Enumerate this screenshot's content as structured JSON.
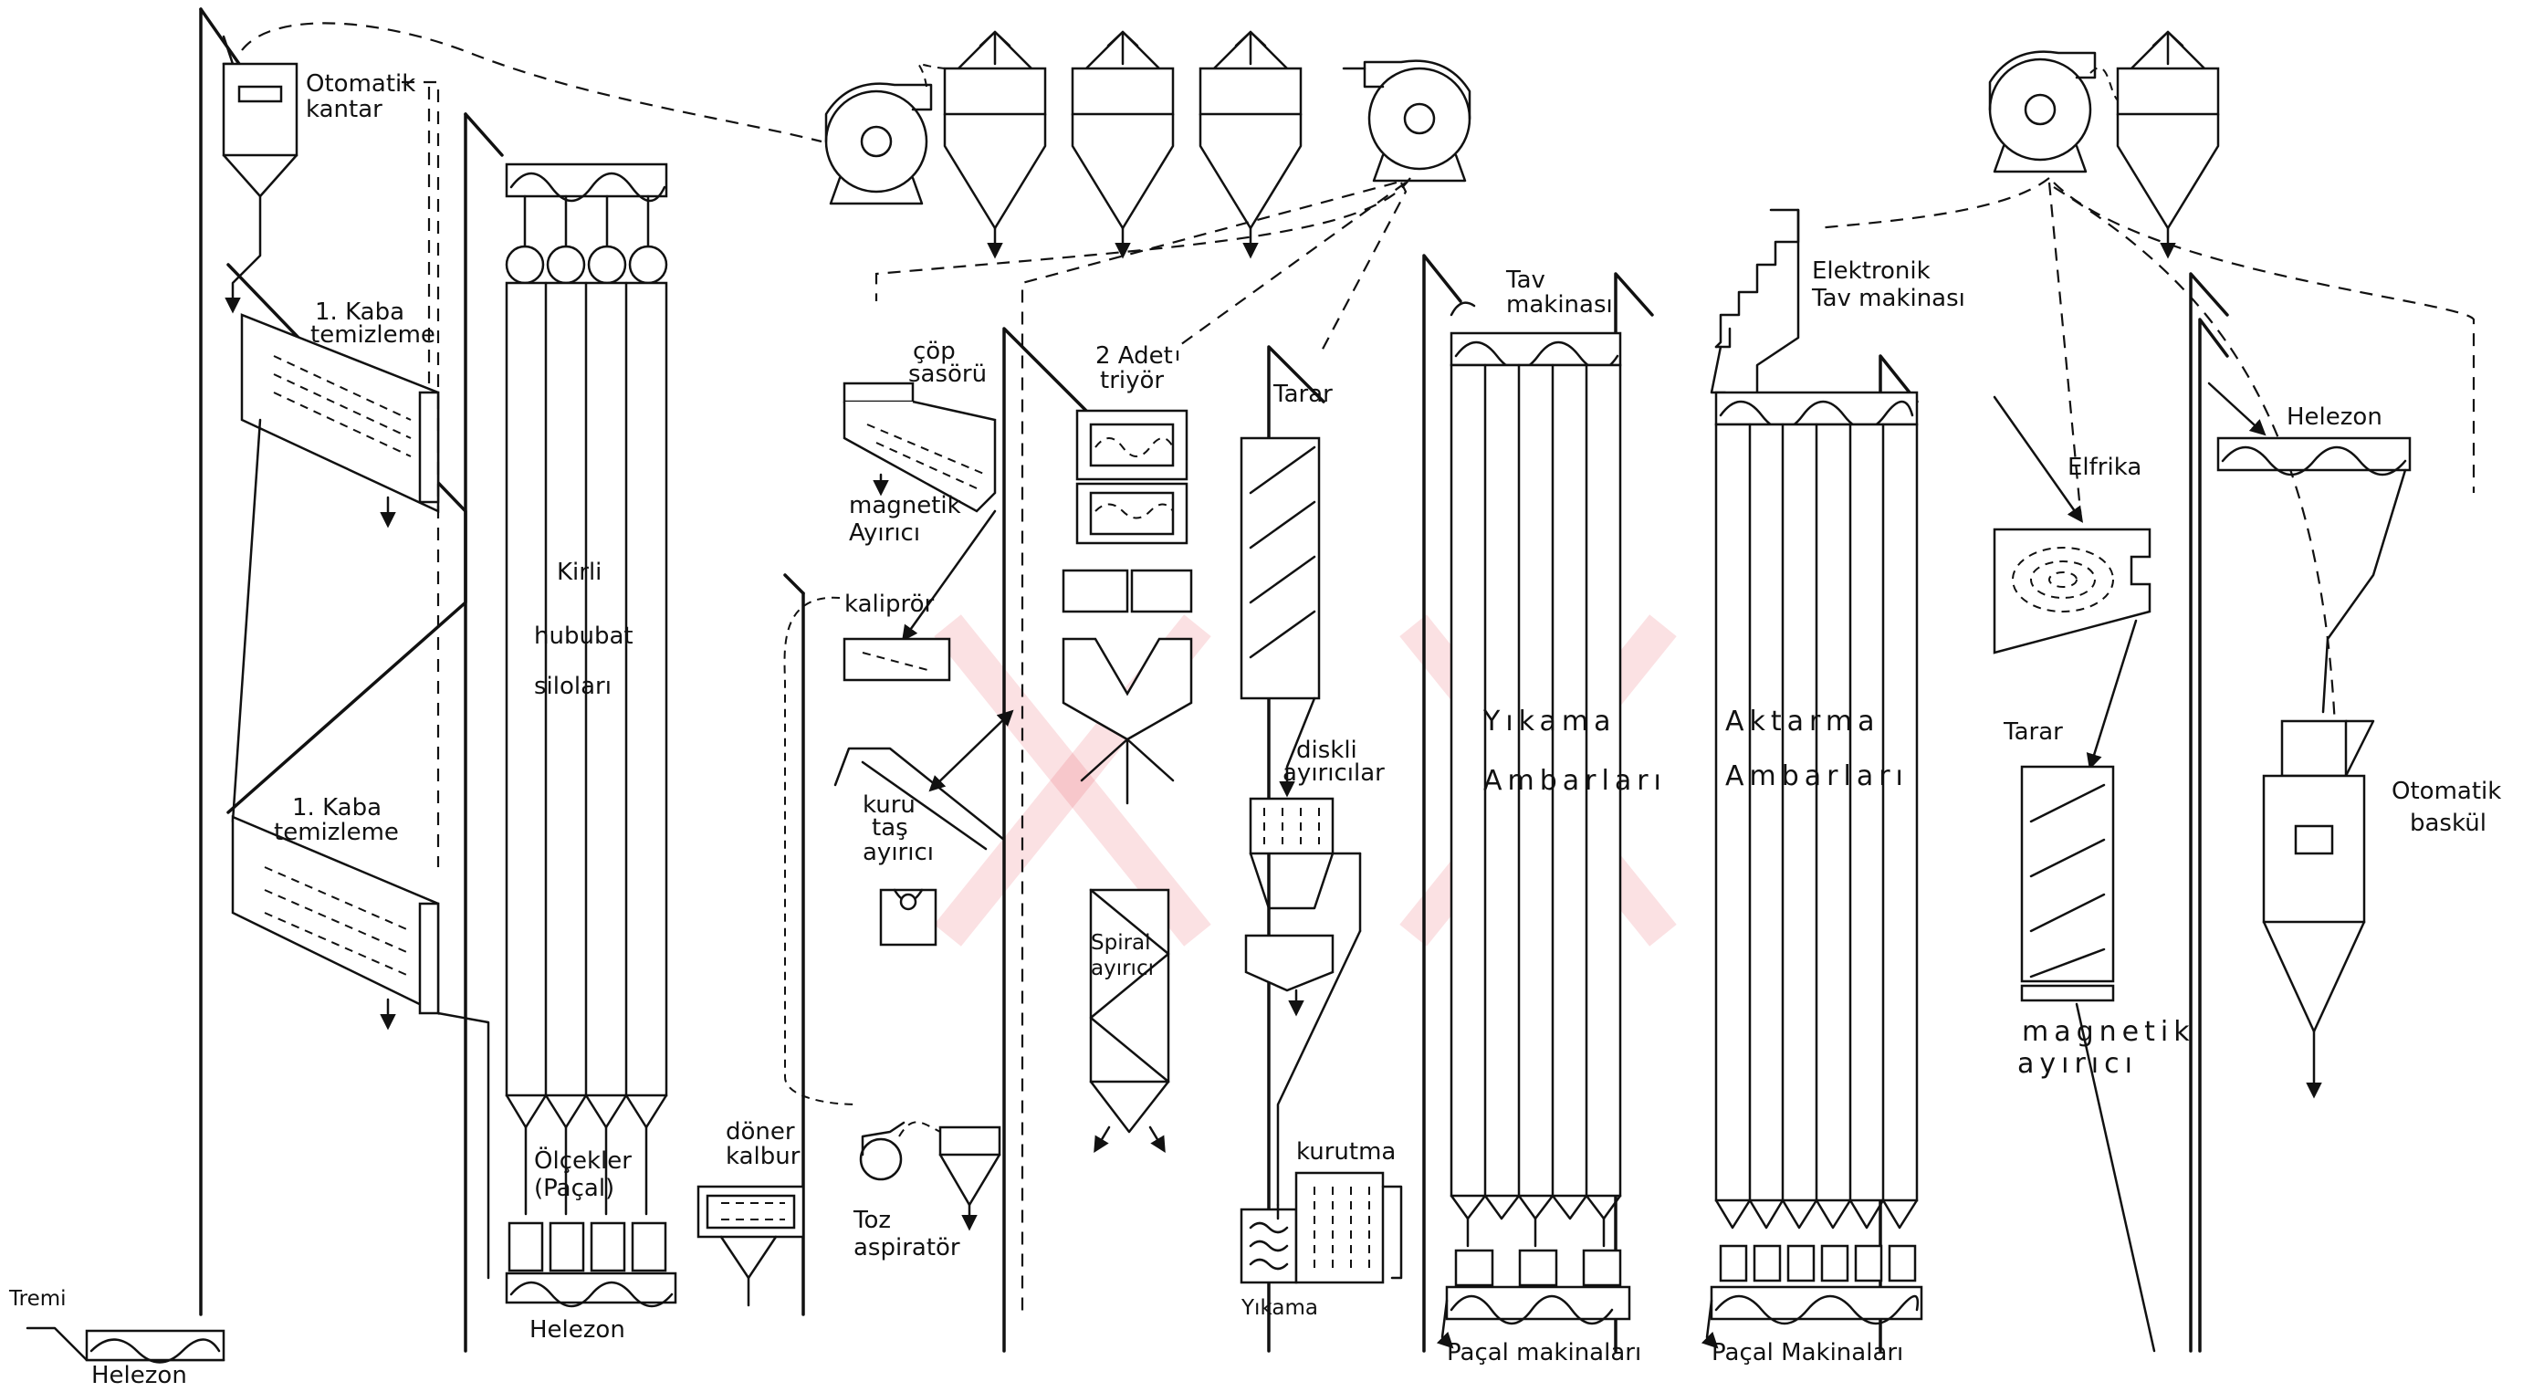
{
  "colors": {
    "ink": "#111111",
    "paper": "#ffffff",
    "watermark": "#e8454f"
  },
  "watermark": "XX",
  "labels": {
    "tremi": "Tremi",
    "helezon_bottom": "Helezon",
    "otomatik_kantar_1": "Otomatik",
    "otomatik_kantar_2": "kantar",
    "kaba_temizleme_1a": "1. Kaba",
    "kaba_temizleme_1b": "temizleme",
    "kaba_temizleme_2a": "1. Kaba",
    "kaba_temizleme_2b": "temizleme",
    "kirli_1": "Kirli",
    "kirli_2": "hububat",
    "kirli_3": "siloları",
    "olcekler_1": "Ölçekler",
    "olcekler_2": "(Paçal)",
    "helezon_silo": "Helezon",
    "doner_kalbur_1": "döner",
    "doner_kalbur_2": "kalbur",
    "cop_sasoru_1": "çöp",
    "cop_sasoru_2": "sasörü",
    "magnetik_1": "magnetik",
    "magnetik_2": "Ayırıcı",
    "kaliprar": "kaliprör",
    "kuru_tas_1": "kuru",
    "kuru_tas_2": "taş",
    "kuru_tas_3": "ayırıcı",
    "toz_1": "Toz",
    "toz_2": "aspiratör",
    "trior_1": "2 Adet",
    "trior_2": "triyör",
    "spiral_1": "Spiral",
    "spiral_2": "ayırıcı",
    "tarar_1": "Tarar",
    "diskli_1": "diskli",
    "diskli_2": "ayırıcılar",
    "kurutma": "kurutma",
    "yikama": "Yıkama",
    "tav_1": "Tav",
    "tav_2": "makinası",
    "yikama_amb_1": "Yıkama",
    "yikama_amb_2": "Ambarları",
    "pacal_1": "Paçal makinaları",
    "elektronik_1": "Elektronik",
    "elektronik_2": "Tav makinası",
    "aktarma_1": "Aktarma",
    "aktarma_2": "Ambarları",
    "pacal_2": "Paçal Makinaları",
    "elfrika": "Elfrika",
    "tarar_2": "Tarar",
    "magnetik2_1": "magnetik",
    "magnetik2_2": "ayırıcı",
    "helezon_right": "Helezon",
    "baskul_1": "Otomatik",
    "baskul_2": "baskül"
  }
}
